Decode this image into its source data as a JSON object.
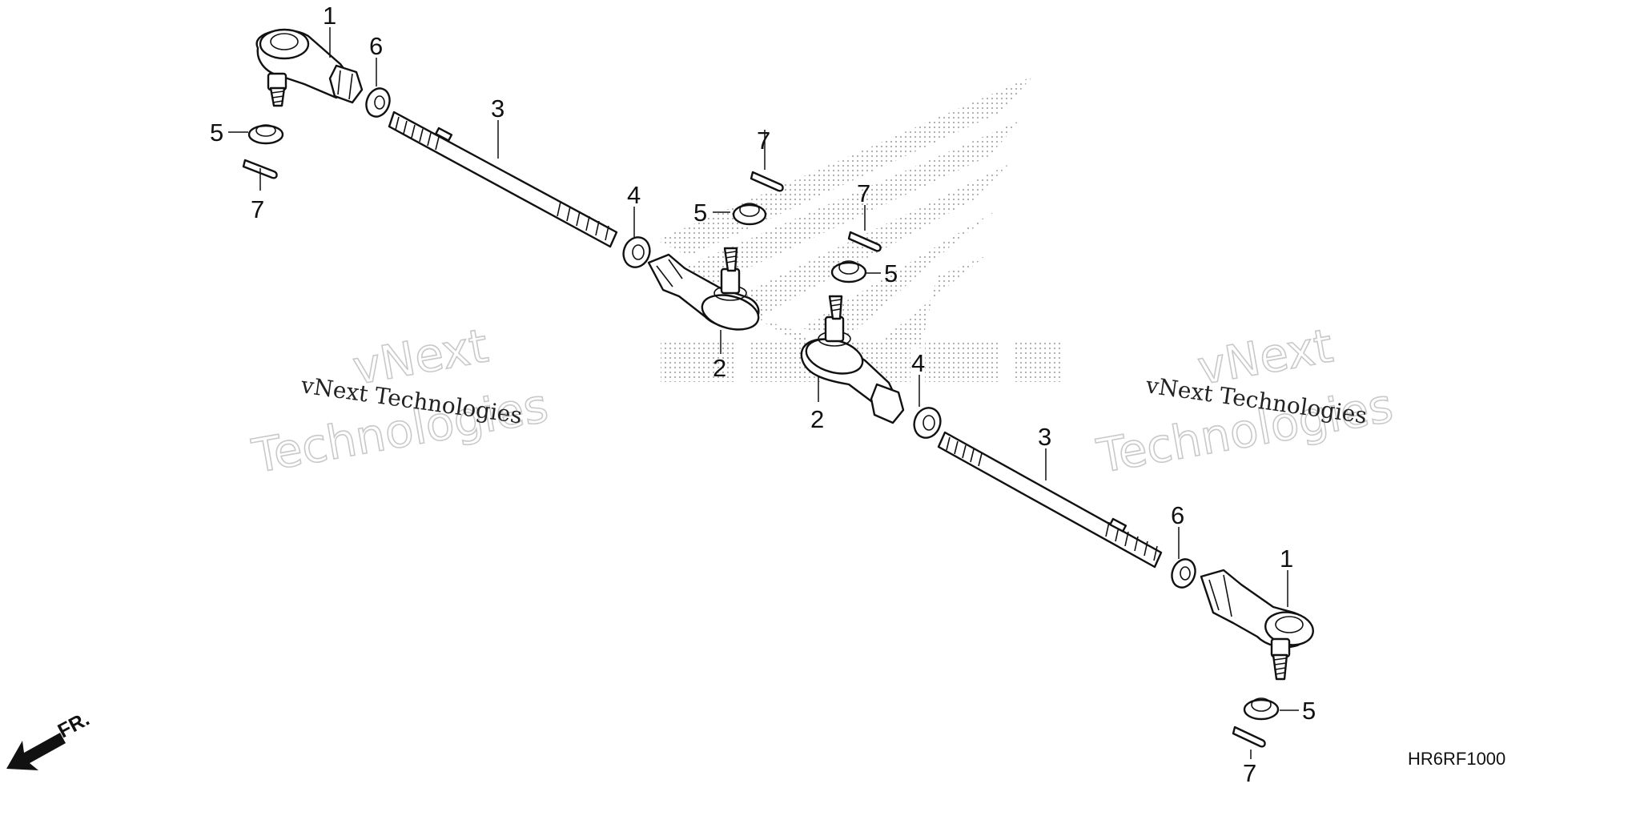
{
  "diagram": {
    "code": "HR6RF1000",
    "direction_label": "FR.",
    "watermark": {
      "line": "vNext Technologies",
      "big_line1": "vNext",
      "big_line2": "Technologies"
    },
    "callouts": [
      {
        "id": "c1a",
        "label": "1"
      },
      {
        "id": "c6a",
        "label": "6"
      },
      {
        "id": "c5a",
        "label": "5"
      },
      {
        "id": "c7a",
        "label": "7"
      },
      {
        "id": "c3a",
        "label": "3"
      },
      {
        "id": "c4a",
        "label": "4"
      },
      {
        "id": "c7b",
        "label": "7"
      },
      {
        "id": "c5b",
        "label": "5"
      },
      {
        "id": "c2a",
        "label": "2"
      },
      {
        "id": "c7c",
        "label": "7"
      },
      {
        "id": "c5c",
        "label": "5"
      },
      {
        "id": "c4b",
        "label": "4"
      },
      {
        "id": "c2b",
        "label": "2"
      },
      {
        "id": "c3b",
        "label": "3"
      },
      {
        "id": "c6b",
        "label": "6"
      },
      {
        "id": "c1b",
        "label": "1"
      },
      {
        "id": "c5d",
        "label": "5"
      },
      {
        "id": "c7d",
        "label": "7"
      }
    ]
  }
}
